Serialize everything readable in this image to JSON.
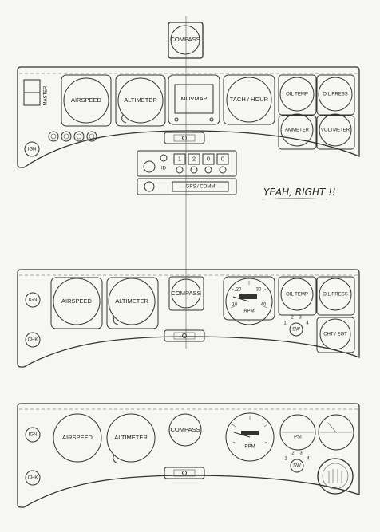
{
  "note": "YEAH, RIGHT !!",
  "panel1": {
    "compass_top": "COMPASS",
    "master": "MASTER",
    "airspeed": "AIRSPEED",
    "altimeter": "ALTIMETER",
    "movmap": "MOVMAP",
    "tach": "TACH / HOUR",
    "oil_temp": "OIL TEMP",
    "oil_press": "OIL PRESS",
    "ammeter": "AMMETER",
    "voltmeter": "VOLTMETER",
    "ign": "IGN",
    "id": "ID",
    "xpdr_digits": [
      "1",
      "2",
      "0",
      "0"
    ],
    "gps": "GPS / COMM"
  },
  "panel2": {
    "ign": "IGN",
    "chk": "CHK",
    "airspeed": "AIRSPEED",
    "altimeter": "ALTIMETER",
    "compass": "COMPASS",
    "rpm": "RPM",
    "tach_ticks": [
      "10",
      "20",
      "30",
      "40"
    ],
    "oil_temp": "OIL TEMP",
    "oil_press": "OIL PRESS",
    "cht": "CHT / EGT",
    "sw": "SW",
    "sw_pos": [
      "1",
      "2",
      "3",
      "4"
    ]
  },
  "panel3": {
    "ign": "IGN",
    "chk": "CHK",
    "airspeed": "AIRSPEED",
    "altimeter": "ALTIMETER",
    "compass": "COMPASS",
    "rpm": "RPM",
    "sw": "SW",
    "sw_pos": [
      "1",
      "2",
      "3",
      "4"
    ],
    "oil_psi": "PSI"
  }
}
